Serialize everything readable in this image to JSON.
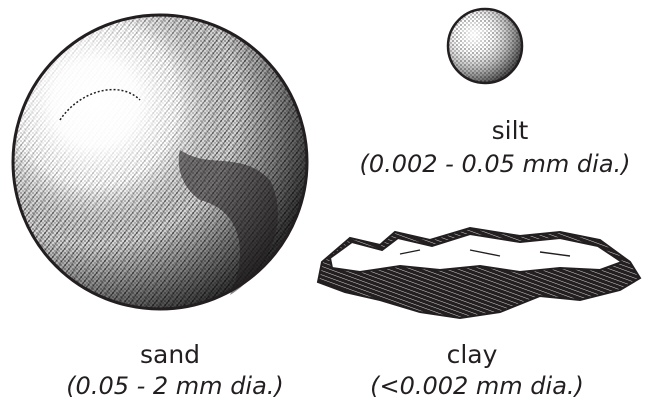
{
  "particles": {
    "silt": {
      "name": "silt",
      "size": "(0.002 - 0.05 mm dia.)"
    },
    "sand": {
      "name": "sand",
      "size": "(0.05 - 2 mm dia.)"
    },
    "clay": {
      "name": "clay",
      "size": "(<0.002 mm dia.)"
    }
  },
  "colors": {
    "ink": "#231f20",
    "background": "#ffffff"
  }
}
